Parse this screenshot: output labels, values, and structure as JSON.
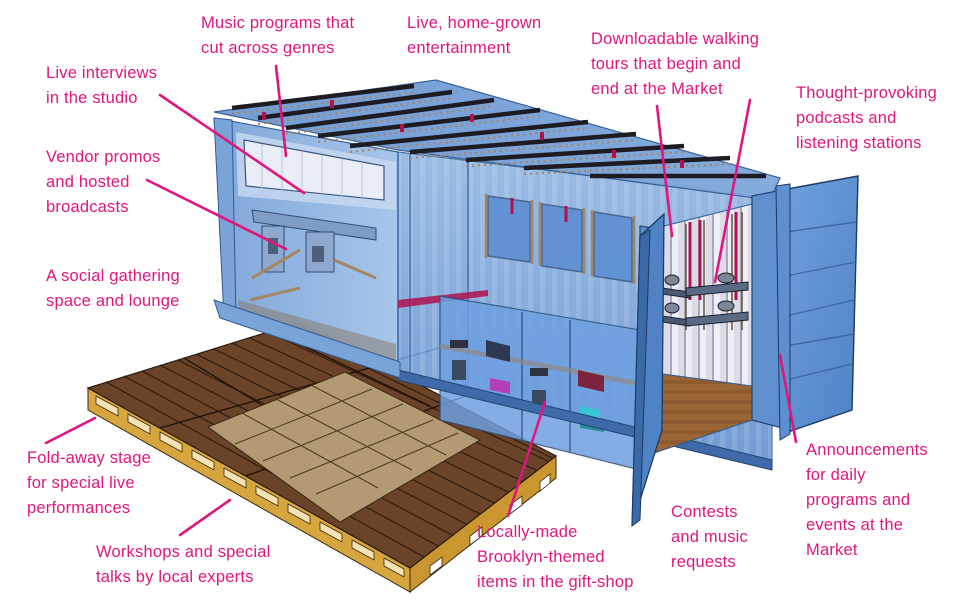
{
  "colors": {
    "label": "#e0167f",
    "leader": "#e0167f",
    "container_body": "#5b8ed0",
    "container_dark": "#2e5a94",
    "container_light": "#a9c8ec",
    "interior_wall": "#dcdbe8",
    "floor_wood": "#8a5a32",
    "deck_wood": "#6b4328",
    "deck_plank_edge": "#2b1a0e",
    "pallet_frame": "#d6a53e",
    "deck_mat": "#b39a73",
    "accent_stripe": "#b0124f",
    "background": "#ffffff"
  },
  "labels": [
    {
      "id": "music-programs",
      "lines": [
        "Music programs that",
        "cut across genres"
      ]
    },
    {
      "id": "live-home-grown",
      "lines": [
        "Live, home-grown",
        "entertainment"
      ]
    },
    {
      "id": "live-interviews",
      "lines": [
        "Live interviews",
        "in the studio"
      ]
    },
    {
      "id": "vendor-promos",
      "lines": [
        "Vendor promos",
        "and hosted",
        "broadcasts"
      ]
    },
    {
      "id": "downloadable-tours",
      "lines": [
        "Downloadable walking",
        "tours that begin and",
        "end at the Market"
      ]
    },
    {
      "id": "podcasts",
      "lines": [
        "Thought-provoking",
        "podcasts and",
        "listening stations"
      ]
    },
    {
      "id": "social-space",
      "lines": [
        "A social gathering",
        "space and lounge"
      ]
    },
    {
      "id": "fold-away-stage",
      "lines": [
        "Fold-away stage",
        "for special live",
        "performances"
      ]
    },
    {
      "id": "workshops",
      "lines": [
        "Workshops and special",
        "talks by local experts"
      ]
    },
    {
      "id": "gift-shop",
      "lines": [
        "Locally-made",
        "Brooklyn-themed",
        "items in the gift-shop"
      ]
    },
    {
      "id": "contests",
      "lines": [
        "Contests",
        "and music",
        "requests"
      ]
    },
    {
      "id": "announcements",
      "lines": [
        "Announcements",
        "for daily",
        "programs and",
        "events at the",
        "Market"
      ]
    }
  ]
}
